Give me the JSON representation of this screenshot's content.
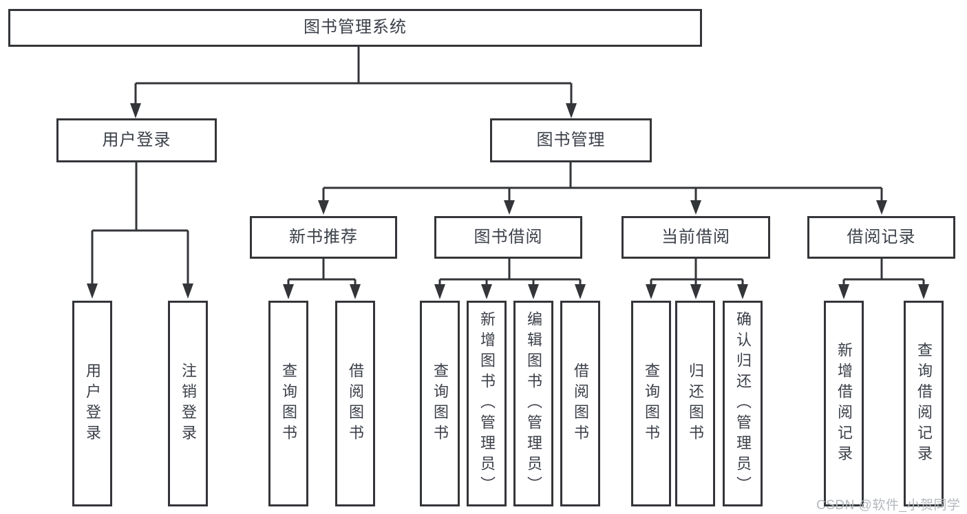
{
  "title": "图书管理系统",
  "watermark": {
    "text": "CSDN @软件_小贺同学"
  },
  "colors": {
    "line": "#333538",
    "text": "#3b3f48",
    "watermark": "#b4b8bd",
    "background": "#ffffff"
  },
  "tree": {
    "root": {
      "label": "图书管理系统"
    },
    "level2": [
      {
        "label": "用户登录",
        "leaves": [
          {
            "label": "用户登录"
          },
          {
            "label": "注销登录"
          }
        ]
      },
      {
        "label": "图书管理",
        "sections": [
          {
            "label": "新书推荐",
            "leaves": [
              {
                "label": "查询图书"
              },
              {
                "label": "借阅图书"
              }
            ]
          },
          {
            "label": "图书借阅",
            "leaves": [
              {
                "label": "查询图书"
              },
              {
                "label": "新增图书（管理员）"
              },
              {
                "label": "编辑图书（管理员）"
              },
              {
                "label": "借阅图书"
              }
            ]
          },
          {
            "label": "当前借阅",
            "leaves": [
              {
                "label": "查询图书"
              },
              {
                "label": "归还图书"
              },
              {
                "label": "确认归还（管理员）"
              }
            ]
          },
          {
            "label": "借阅记录",
            "leaves": [
              {
                "label": "新增借阅记录"
              },
              {
                "label": "查询借阅记录"
              }
            ]
          }
        ]
      }
    ]
  }
}
